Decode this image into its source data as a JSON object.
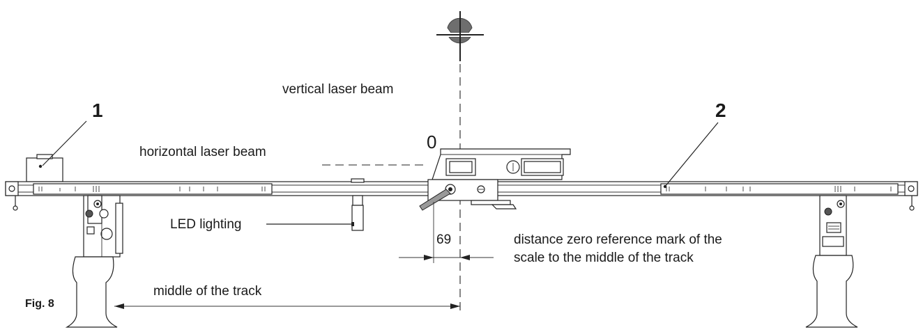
{
  "labels": {
    "callout_1": "1",
    "callout_2": "2",
    "vertical_beam": "vertical laser beam",
    "horizontal_beam": "horizontal laser beam",
    "zero_mark": "0",
    "led_lighting": "LED lighting",
    "dimension_69": "69",
    "distance_note_line1": "distance zero reference mark of the",
    "distance_note_line2": "scale to the middle of the track",
    "middle_of_track": "middle of the track",
    "figure_label": "Fig. 8"
  },
  "colors": {
    "ink": "#222222",
    "target_fill": "#6e6e6e",
    "part_fill": "#e9e9e9",
    "background": "#ffffff"
  },
  "icons": {
    "target": "crosshair-target-icon"
  }
}
